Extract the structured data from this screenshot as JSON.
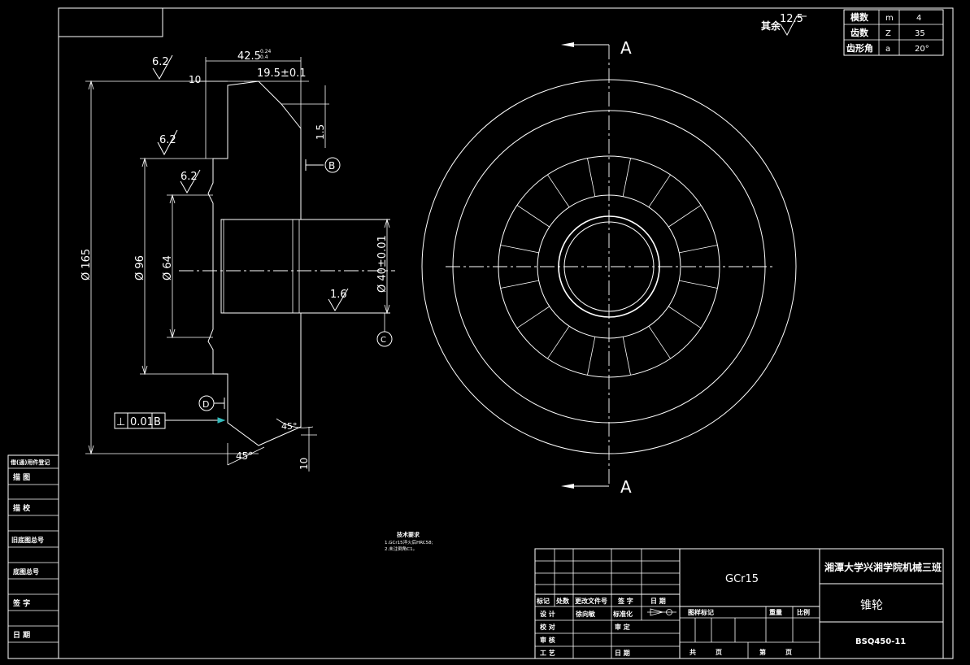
{
  "gear_params": {
    "rows": [
      {
        "label": "模数",
        "symbol": "m",
        "value": "4"
      },
      {
        "label": "齿数",
        "symbol": "Z",
        "value": "35"
      },
      {
        "label": "齿形角",
        "symbol": "a",
        "value": "20°"
      }
    ]
  },
  "surface_other": {
    "label": "其余",
    "value": "12.5"
  },
  "section_label": "A",
  "dims": {
    "width_top": "42.5",
    "width_top_tol_upper": "0.24",
    "width_top_tol_lower": "0.4",
    "rough_62": "6.2",
    "dim_10_top": "10",
    "dim_195": "19.5±0.1",
    "dim_15": "1.5",
    "datum_b": "B",
    "datum_c": "C",
    "datum_d": "D",
    "dia_165": "Ø 165",
    "dia_96": "Ø 96",
    "dia_64": "Ø 64",
    "dia_40": "Ø 40±0.01",
    "rough_16": "1.6",
    "tol_symbol": "⊥",
    "tol_value": "0.01",
    "tol_datum": "B",
    "angle_45": "45°",
    "dim_10_bottom": "10"
  },
  "notes": {
    "title": "技术要求",
    "line1": "1.GCr15淬火后HRC58;",
    "line2": "2.未注倒角C1。"
  },
  "side_table": {
    "rows": [
      "借(通)用件登记",
      "描  图",
      "描  校",
      "旧底图总号",
      "底图总号",
      "签  字",
      "日  期"
    ]
  },
  "title_block": {
    "material": "GCr15",
    "school": "湘潭大学兴湘学院机械三班",
    "part_name": "锥轮",
    "drawing_no": "BSQ450-11",
    "rev_headers": [
      "标记",
      "处数",
      "更改文件号",
      "签  字",
      "日  期"
    ],
    "design_label": "设 计",
    "designer": "徐向敏",
    "std_label": "标准化",
    "check_label": "校 对",
    "review_label": "审 定",
    "audit_label": "审 核",
    "process_label": "工 艺",
    "date_label": "日 期",
    "stage_label": "图样标记",
    "weight_label": "重量",
    "scale_label": "比例",
    "total_label": "共",
    "page_label": "页",
    "sheet_label": "第",
    "sheet_page_label": "页"
  }
}
